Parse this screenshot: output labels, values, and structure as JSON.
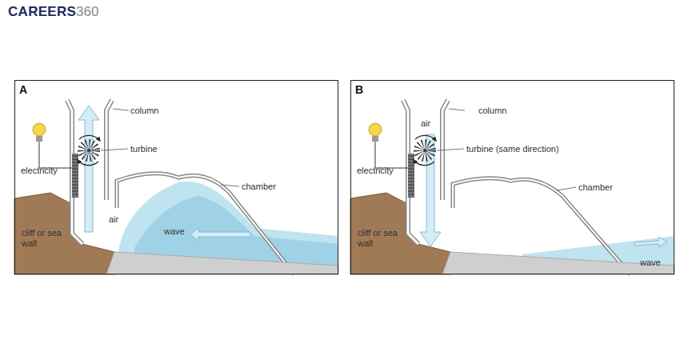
{
  "diagram": {
    "nodes": [
      {
        "text": [
          "A"
        ]
      },
      {
        "text": [
          "B"
        ]
      }
    ],
    "labels": [
      "CAREERS",
      "360",
      "column",
      "turbine",
      "electricity",
      "air",
      "chamber",
      "cliff or sea wall",
      "wave",
      "air",
      "column",
      "turbine (same direction)",
      "electricity",
      "chamber",
      "cliff or sea wall",
      "wave"
    ]
  }
}
